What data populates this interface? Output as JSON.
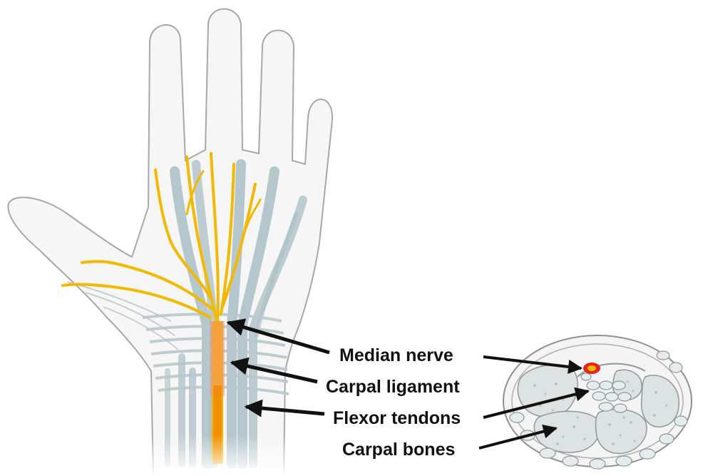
{
  "labels": {
    "median_nerve": "Median nerve",
    "carpal_ligament": "Carpal ligament",
    "flexor_tendons": "Flexor tendons",
    "carpal_bones": "Carpal bones"
  },
  "colors": {
    "nerve": "#f5b800",
    "nerve_compressed": "#f08a00",
    "tendon": "#a9bec4",
    "skin_fill": "#f6f6f6",
    "outline": "#a8a8a8",
    "bone": "#dde2e2",
    "highlight": "#e8231b",
    "arrow": "#111111"
  }
}
